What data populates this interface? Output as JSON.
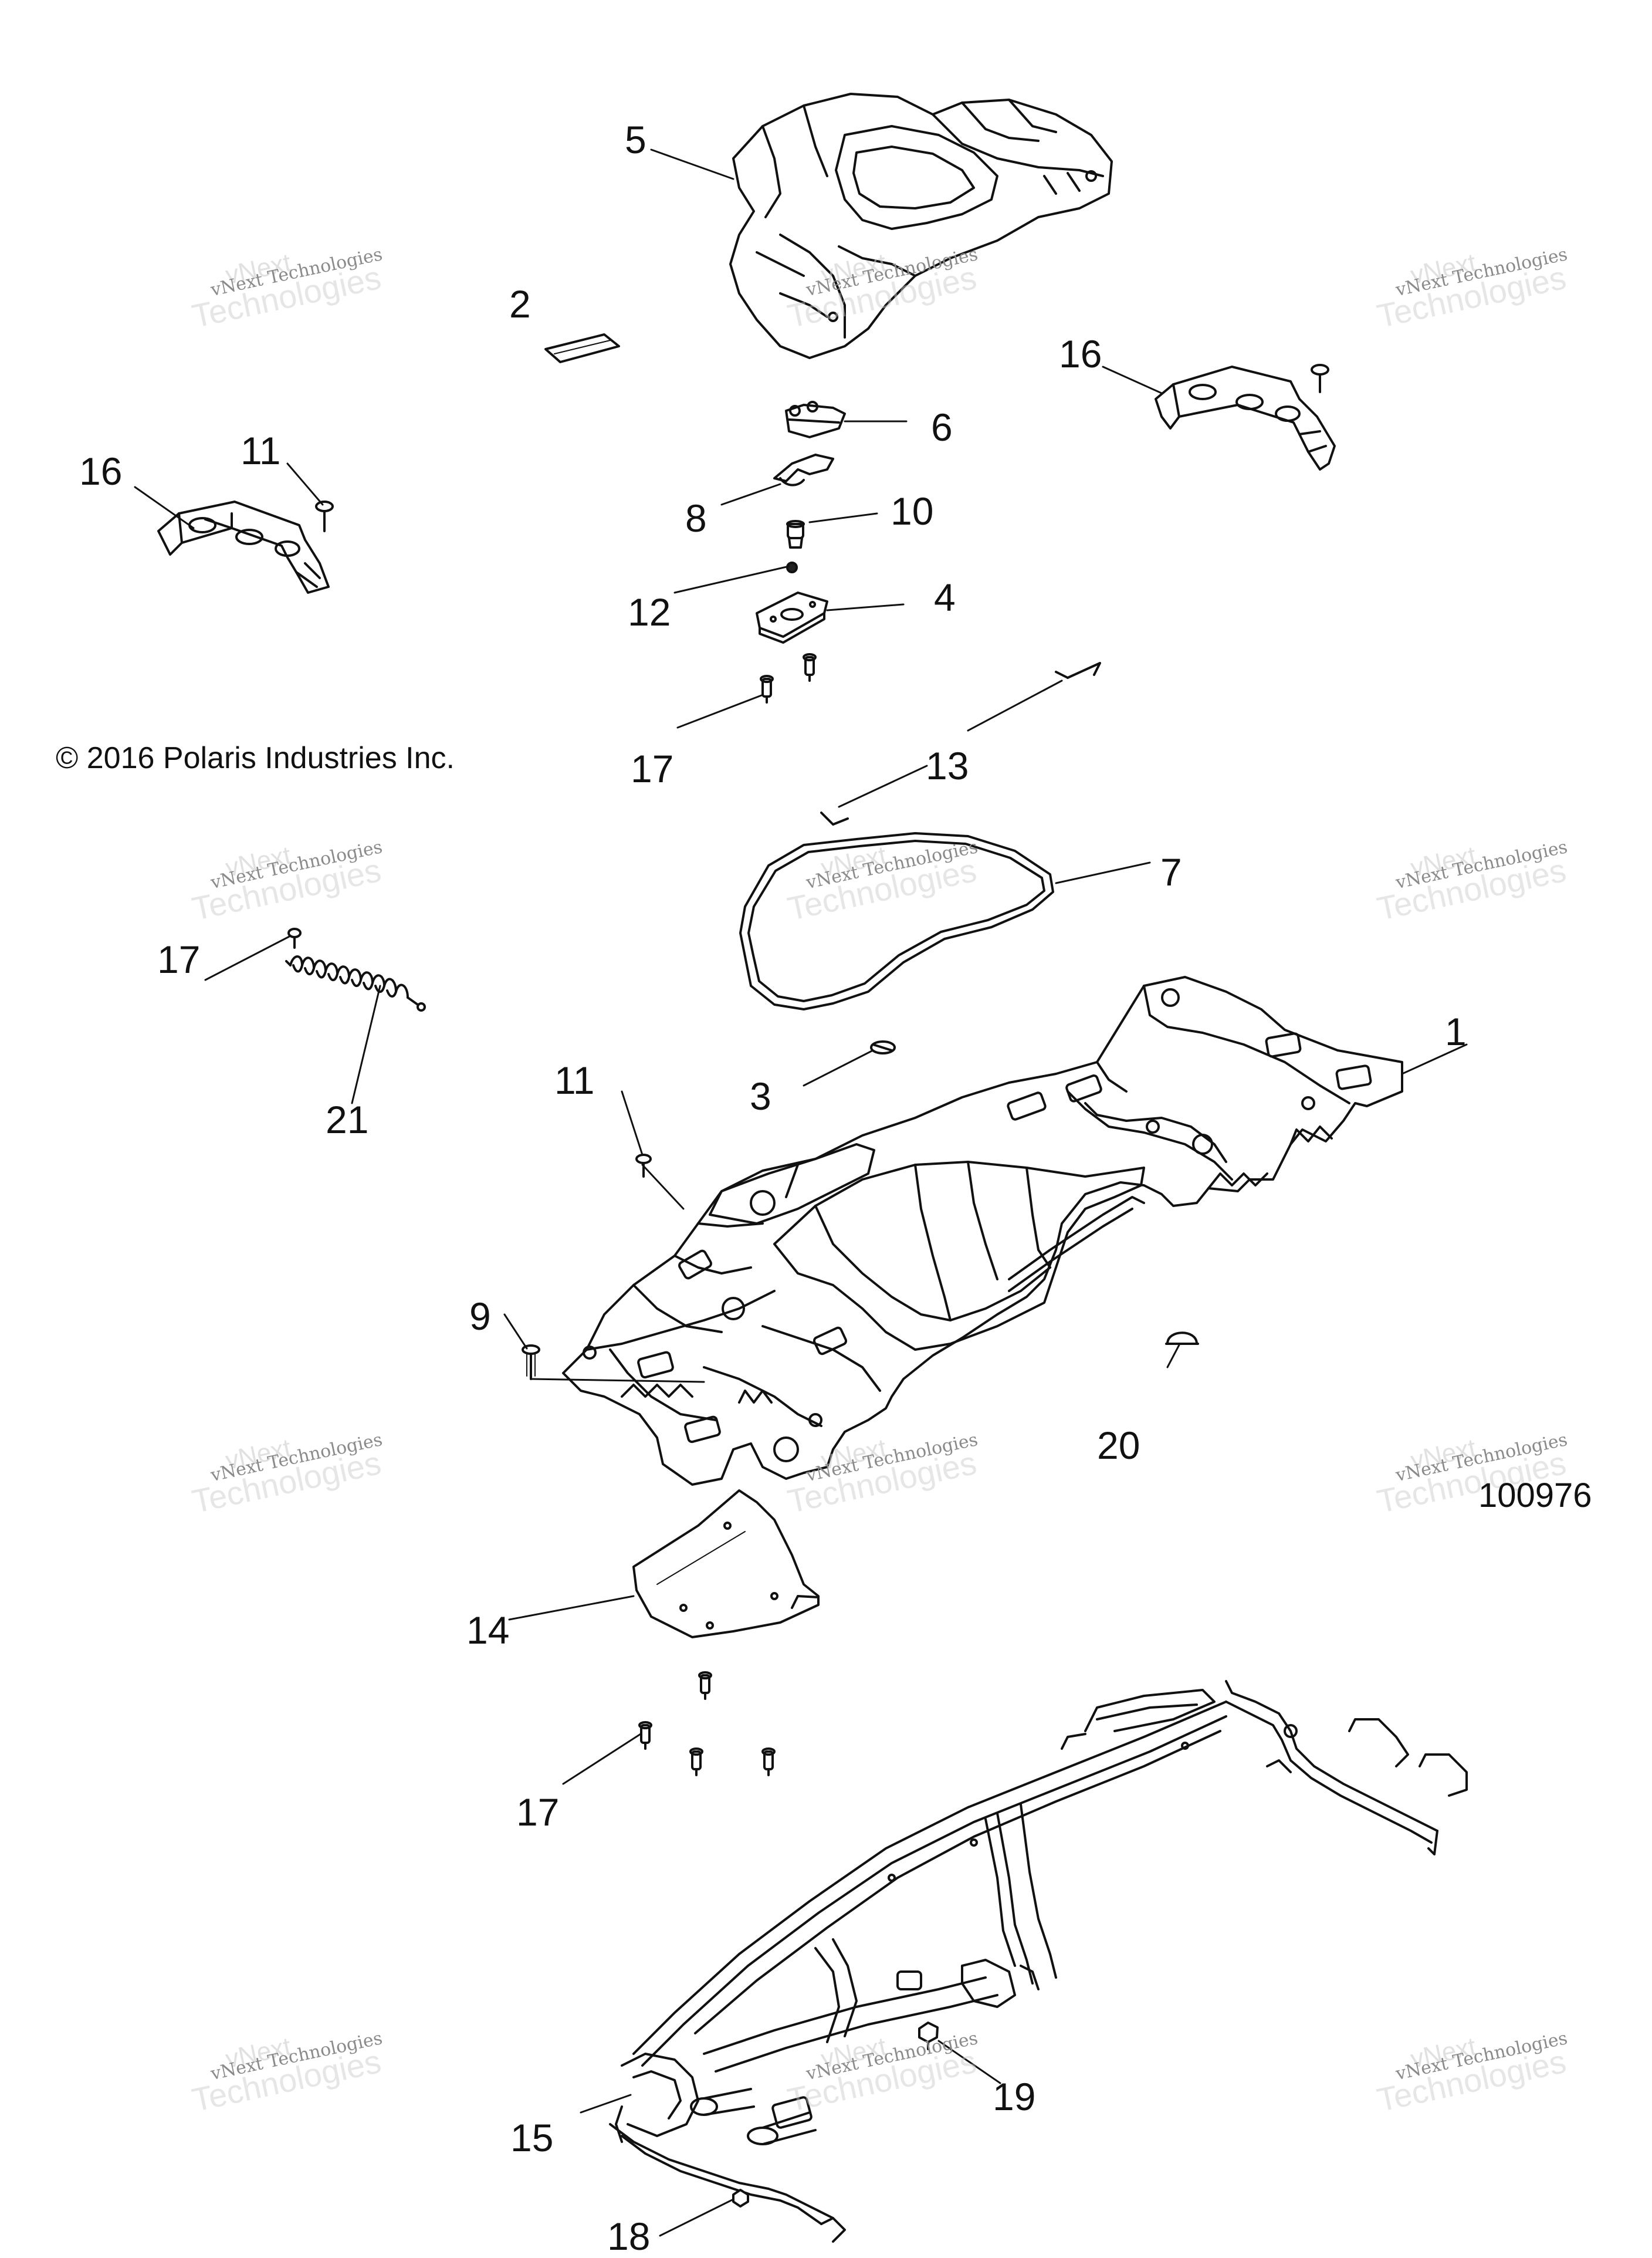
{
  "diagram": {
    "copyright": "© 2016 Polaris Industries Inc.",
    "part_number": "100976",
    "watermark": {
      "line1": "vNext",
      "line2": "vNext Technologies",
      "line3": "Technologies"
    },
    "callouts": [
      "1",
      "2",
      "3",
      "4",
      "5",
      "6",
      "7",
      "8",
      "9",
      "10",
      "11",
      "11",
      "12",
      "13",
      "14",
      "15",
      "16",
      "16",
      "17",
      "17",
      "17",
      "18",
      "19",
      "20",
      "21"
    ],
    "colors": {
      "ink": "#111111",
      "watermark": "#c9c9c9"
    }
  }
}
